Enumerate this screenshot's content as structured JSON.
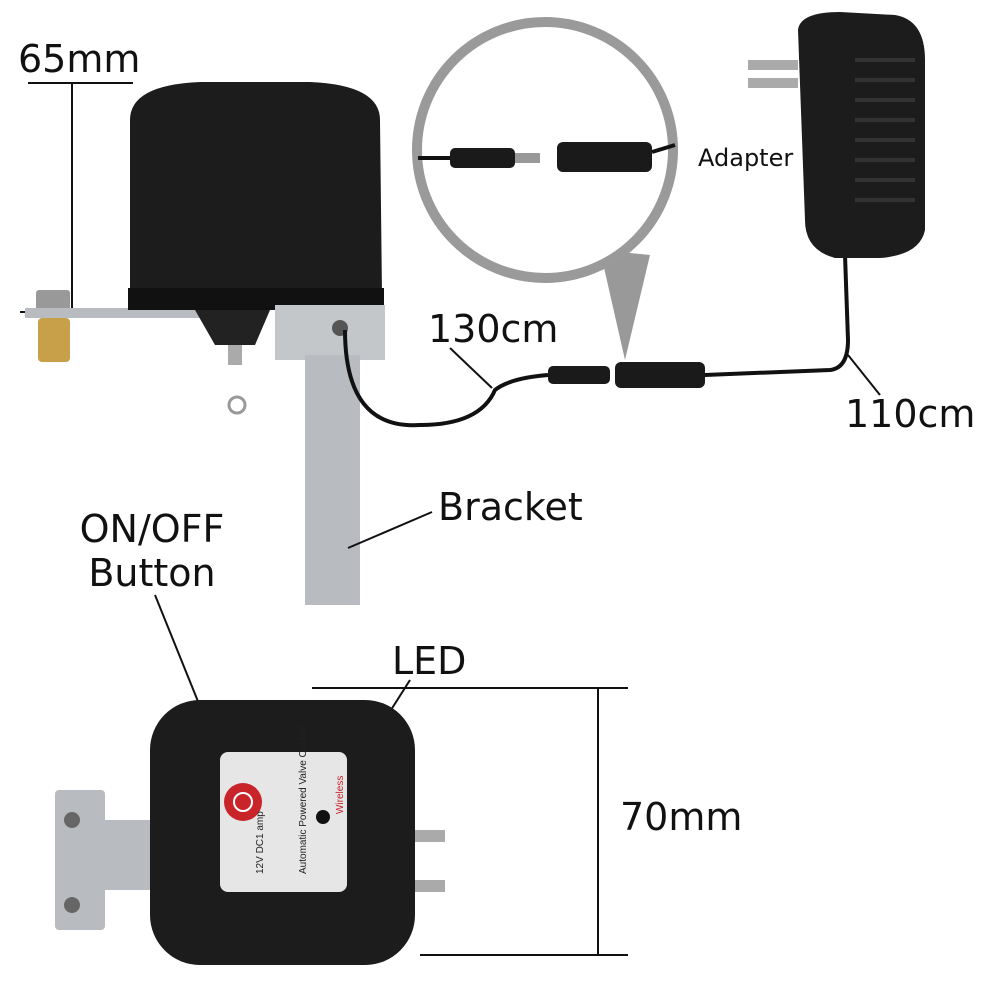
{
  "labels": {
    "height_top": "65mm",
    "cable_valve": "130cm",
    "adapter": "Adapter",
    "cable_adapter": "110cm",
    "bracket": "Bracket",
    "onoff_line1": "ON/OFF",
    "onoff_line2": "Button",
    "led": "LED",
    "height_bottom": "70mm"
  },
  "device_label": {
    "title": "Automatic Powered Valve Control",
    "rating": "12V DC1 amp",
    "brand": "Wireless"
  },
  "colors": {
    "device_body": "#1c1c1c",
    "button_red": "#c8242a",
    "metal": "#b8bcc0",
    "brass": "#c9a04a",
    "label_panel": "#e6e6e6"
  }
}
